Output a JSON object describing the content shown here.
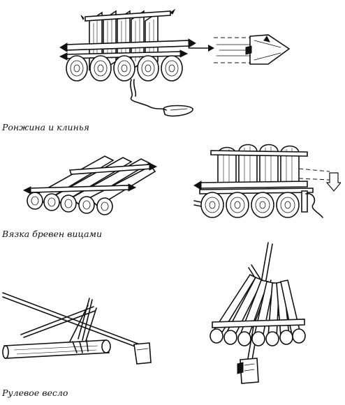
{
  "captions": {
    "wedges": "Ронжина и клинья",
    "binding": "Вязка бревен вицами",
    "oar": "Рулевое весло"
  }
}
